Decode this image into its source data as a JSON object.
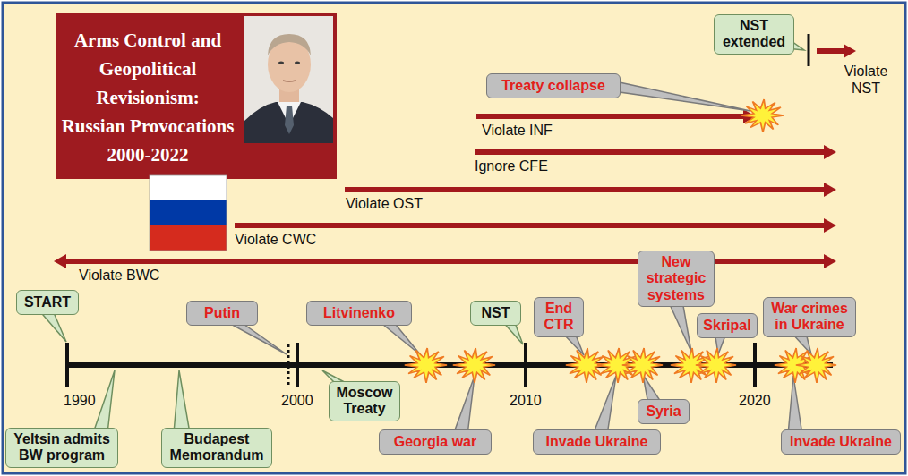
{
  "diagram": {
    "title": "Arms Control and Geopolitical Revisionism: Russian Provocations 2000-2022",
    "nodes": [
      {
        "text": [
          "NST extended"
        ]
      },
      {
        "text": [
          "Treaty collapse"
        ]
      },
      {
        "text": [
          "New strategic systems"
        ]
      },
      {
        "text": [
          "START"
        ]
      },
      {
        "text": [
          "Putin"
        ]
      },
      {
        "text": [
          "Litvinenko"
        ]
      },
      {
        "text": [
          "NST"
        ]
      },
      {
        "text": [
          "End CTR"
        ]
      },
      {
        "text": [
          "Skripal"
        ]
      },
      {
        "text": [
          "War crimes in Ukraine"
        ]
      },
      {
        "text": [
          "Moscow Treaty"
        ]
      },
      {
        "text": [
          "Syria"
        ]
      },
      {
        "text": [
          "Yeltsin admits BW program"
        ]
      },
      {
        "text": [
          "Budapest Memorandum"
        ]
      },
      {
        "text": [
          "Georgia war"
        ]
      },
      {
        "text": [
          "Invade Ukraine"
        ]
      },
      {
        "text": [
          "Invade Ukraine"
        ]
      }
    ],
    "labels": [
      "Violate NST",
      "Violate INF",
      "Ignore CFE",
      "Violate OST",
      "Violate CWC",
      "Violate BWC",
      "1990",
      "2000",
      "2010",
      "2020"
    ]
  }
}
